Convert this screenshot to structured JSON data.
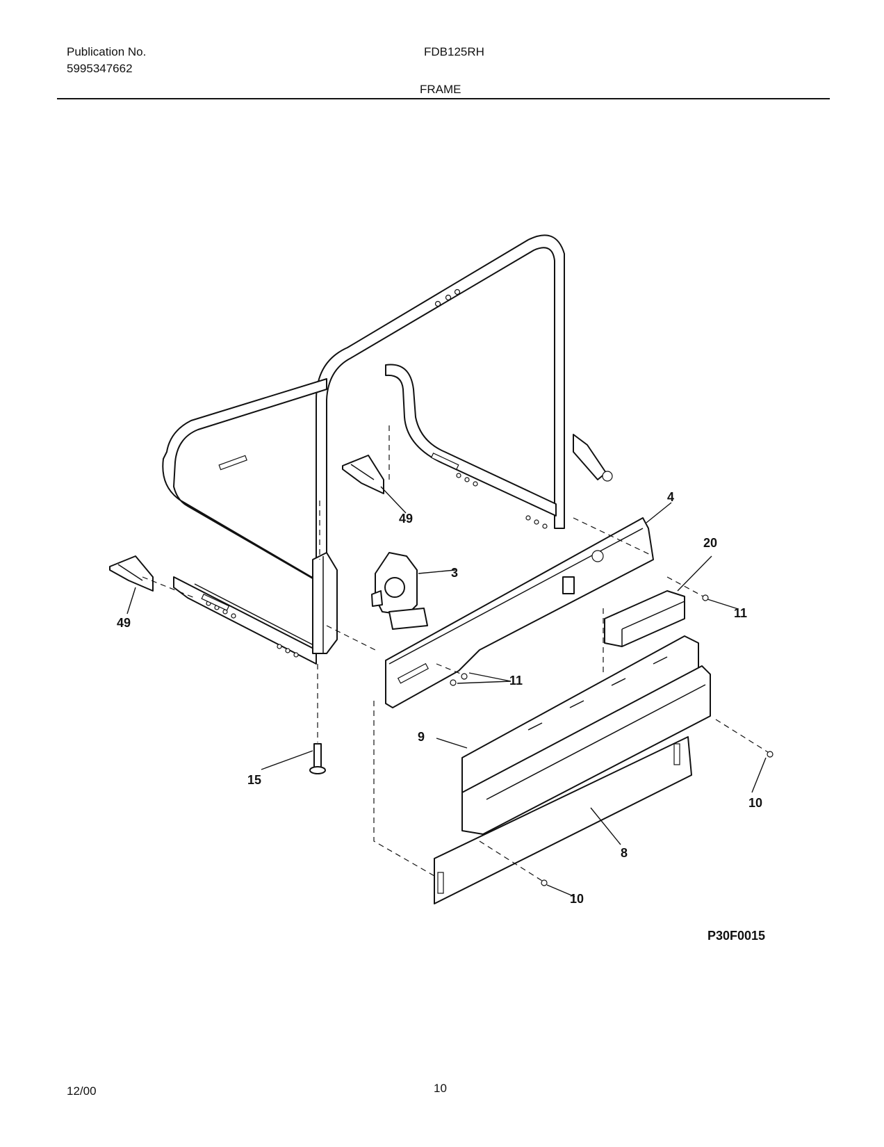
{
  "header": {
    "publication_label": "Publication No.",
    "publication_number": "5995347662",
    "model": "FDB125RH",
    "section_title": "FRAME"
  },
  "diagram": {
    "code": "P30F0015",
    "callouts": {
      "c3": "3",
      "c4": "4",
      "c8": "8",
      "c9": "9",
      "c10a": "10",
      "c10b": "10",
      "c11a": "11",
      "c11b": "11",
      "c15": "15",
      "c20": "20",
      "c49a": "49",
      "c49b": "49"
    }
  },
  "footer": {
    "date": "12/00",
    "page": "10"
  }
}
